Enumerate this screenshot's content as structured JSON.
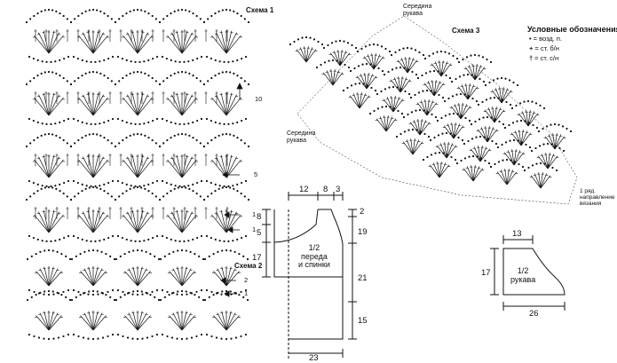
{
  "schemes": {
    "s1_title": "Схема 1",
    "s2_title": "Схема 2",
    "s3_title": "Схема 3",
    "s1_row_labels": [
      "10",
      "5",
      "1",
      "1"
    ],
    "s2_row_labels": [
      "2",
      "1"
    ],
    "s3_sleeve_mid_top": "Середина\nрукава",
    "s3_sleeve_mid_left": "Середина\nрукава",
    "s3_dir": "1 ряд\nнаправление\nвязания"
  },
  "legend": {
    "title": "Условные обозначения:",
    "items": [
      {
        "symbol": "•",
        "text": "= возд. п."
      },
      {
        "symbol": "+",
        "text": "= ст. б/н"
      },
      {
        "symbol": "†",
        "text": "= ст. с/н"
      }
    ]
  },
  "body_pattern": {
    "label": "1/2\nпереда\nи спинки",
    "dims": {
      "top_a": "12",
      "top_b": "8",
      "top_c": "3",
      "right_1": "2",
      "right_2": "19",
      "right_3": "21",
      "right_4": "15",
      "left_1": "8",
      "left_2": "5",
      "left_3": "17",
      "bottom": "23"
    }
  },
  "sleeve_pattern": {
    "label": "1/2\nрукава",
    "dims": {
      "top": "13",
      "left": "17",
      "bottom": "26"
    }
  }
}
